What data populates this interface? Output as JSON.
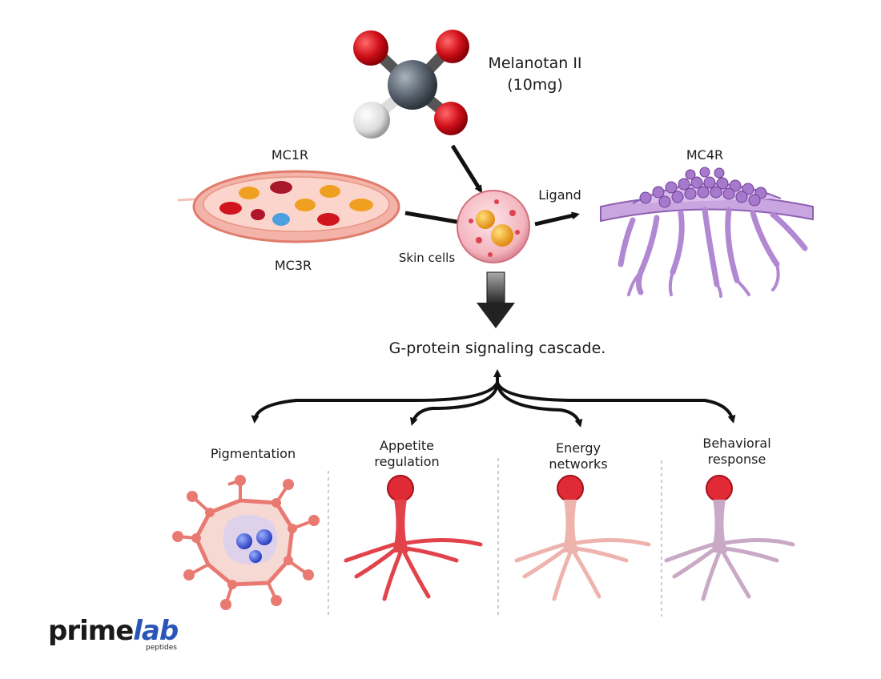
{
  "molecule": {
    "name": "Melanotan II",
    "dose": "(10mg)"
  },
  "receptors": {
    "mc1r": "MC1R",
    "mc3r": "MC3R",
    "mc4r": "MC4R"
  },
  "center": {
    "skin_cells": "Skin cells",
    "ligand": "Ligand"
  },
  "cascade": "G-protein signaling cascade.",
  "outcomes": {
    "pigmentation": [
      "Pigmentation"
    ],
    "appetite": [
      "Appetite",
      "regulation"
    ],
    "energy": [
      "Energy",
      "networks"
    ],
    "behavior": [
      "Behavioral",
      "response"
    ]
  },
  "logo": {
    "word": "prime",
    "accent": "lab",
    "sub": "peptides"
  },
  "colors": {
    "accent_blue": "#2a55b8",
    "oxygen_red": "#d0101a",
    "carbon_gray": "#5a6470",
    "mc1r_pink": "#f4b3a8",
    "mc4r_purple": "#c9a6e0",
    "neuron_red": "#e2434a",
    "neuron_pink": "#efb3ad",
    "neuron_mauve": "#c9a9c6"
  }
}
